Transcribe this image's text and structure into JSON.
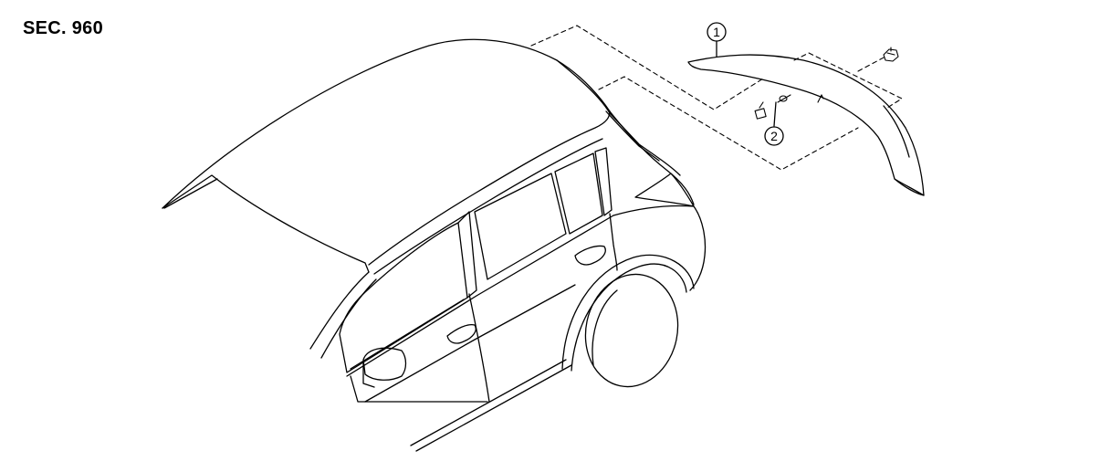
{
  "section_label": "SEC. 960",
  "callouts": [
    {
      "number": "1"
    },
    {
      "number": "2"
    }
  ]
}
